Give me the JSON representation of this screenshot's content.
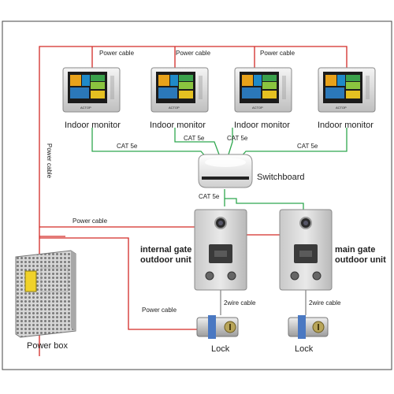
{
  "monitors": [
    {
      "label": "Indoor monitor",
      "brand": "ACTOP"
    },
    {
      "label": "Indoor monitor",
      "brand": "ACTOP"
    },
    {
      "label": "Indoor monitor",
      "brand": "ACTOP"
    },
    {
      "label": "Indoor monitor",
      "brand": "ACTOP"
    }
  ],
  "power_labels": {
    "top_1": "Power cable",
    "top_2": "Power cable",
    "top_3": "Power cable",
    "vertical": "Power cable",
    "middle": "Power cable",
    "lower": "Power cable"
  },
  "cat_labels": {
    "m1": "CAT 5e",
    "m2": "CAT 5e",
    "m3": "CAT 5e",
    "m4": "CAT 5e",
    "switch_out": "CAT 5e"
  },
  "switchboard": {
    "label": "Switchboard"
  },
  "outdoor_units": [
    {
      "line1": "internal gate",
      "line2": "outdoor unit"
    },
    {
      "line1": "main gate",
      "line2": "outdoor unit"
    }
  ],
  "wire_labels": {
    "left": "2wire cable",
    "right": "2wire cable"
  },
  "locks": [
    {
      "label": "Lock"
    },
    {
      "label": "Lock"
    }
  ],
  "power_box": {
    "label": "Power box"
  },
  "colors": {
    "power_wire": "#d32a26",
    "network_wire": "#2fa84f",
    "lock_wire": "#666666"
  }
}
